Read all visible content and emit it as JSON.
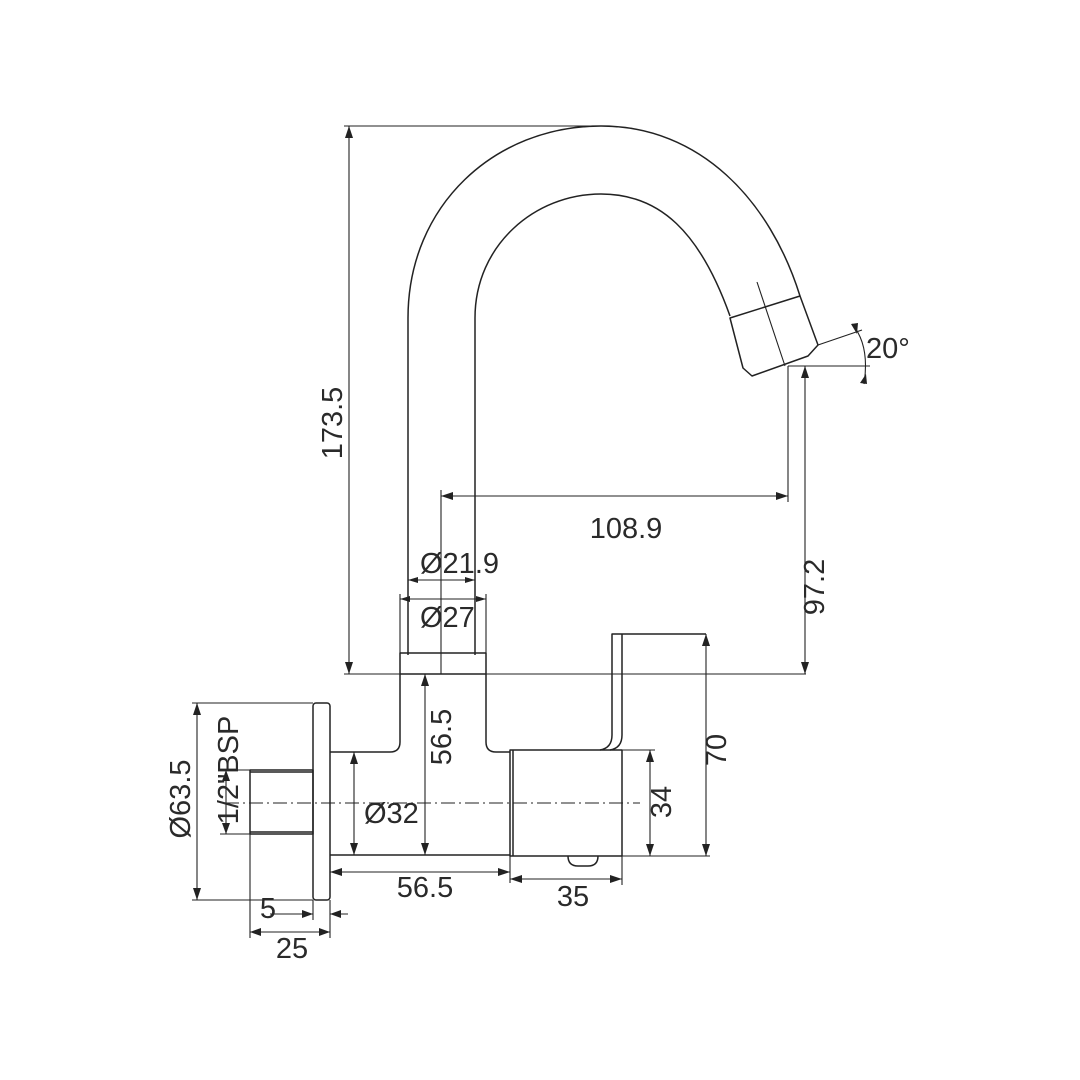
{
  "drawing": {
    "dimensions": {
      "total_height": "173.5",
      "spout_reach": "108.9",
      "outlet_height": "97.2",
      "spout_inner_diameter": "Ø21.9",
      "spout_outer_diameter": "Ø27",
      "outlet_angle": "20°",
      "body_height_to_center": "56.5",
      "body_diameter": "Ø32",
      "flange_diameter": "Ø63.5",
      "thread_size": "1/2\"BSP",
      "body_length": "56.5",
      "handle_width": "35",
      "handle_diameter": "34",
      "lever_height": "70",
      "flange_thickness": "5",
      "wall_depth": "25"
    }
  },
  "colors": {
    "line": "#222222",
    "background": "#ffffff"
  }
}
